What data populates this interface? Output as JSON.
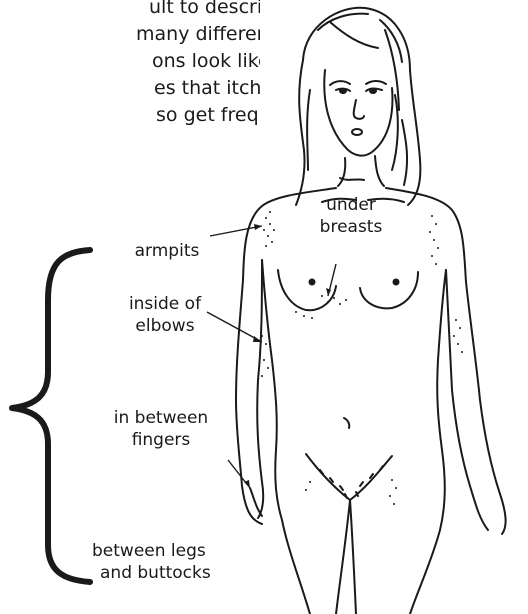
{
  "intro_lines": [
    "ult to describe",
    "many different",
    "ons look like",
    "es that itch.",
    "so get frequent"
  ],
  "labels": {
    "under_breasts": [
      "under",
      "breasts"
    ],
    "armpits": [
      "armpits"
    ],
    "inside_of_elbows": [
      "inside of",
      "elbows"
    ],
    "in_between_fingers": [
      "in between",
      "fingers"
    ],
    "between_legs": [
      "between legs",
      "and buttocks"
    ]
  },
  "colors": {
    "ink": "#1a1a1a"
  }
}
